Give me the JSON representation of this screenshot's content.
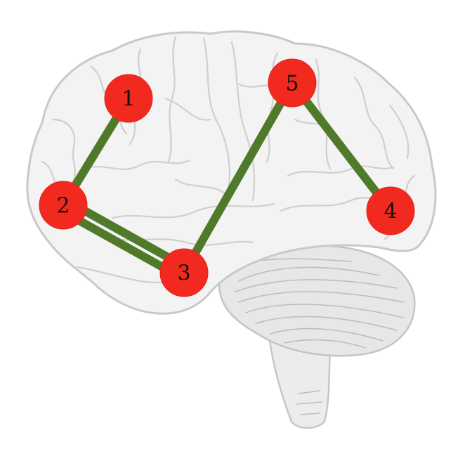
{
  "figure": {
    "background": "#ffffff",
    "brain_color": "#f3f3f3",
    "edge_color": "#4f7a2a",
    "node_color": "#f2291e",
    "label_color": "#111111"
  },
  "nodes": [
    {
      "id": "1",
      "label": "1"
    },
    {
      "id": "2",
      "label": "2"
    },
    {
      "id": "3",
      "label": "3"
    },
    {
      "id": "4",
      "label": "4"
    },
    {
      "id": "5",
      "label": "5"
    }
  ],
  "edges": [
    {
      "from": "1",
      "to": "2",
      "multiplicity": 1
    },
    {
      "from": "2",
      "to": "3",
      "multiplicity": 2
    },
    {
      "from": "3",
      "to": "5",
      "multiplicity": 1
    },
    {
      "from": "5",
      "to": "4",
      "multiplicity": 1
    }
  ]
}
